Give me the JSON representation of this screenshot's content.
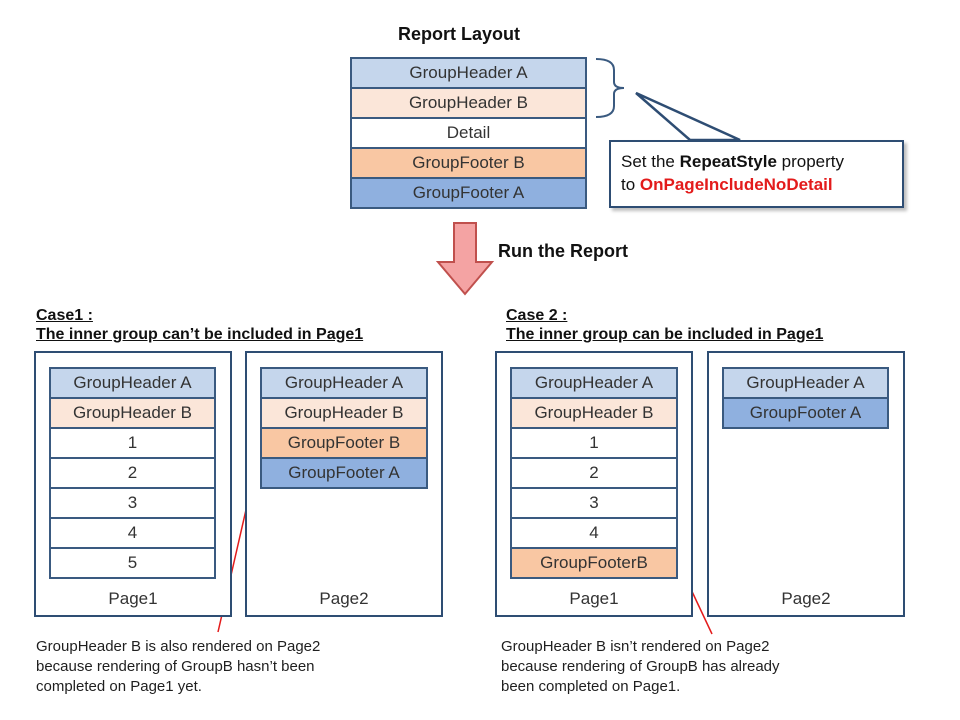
{
  "report_layout": {
    "title": "Report Layout",
    "bands": [
      "GroupHeader A",
      "GroupHeader B",
      "Detail",
      "GroupFooter B",
      "GroupFooter A"
    ]
  },
  "callout": {
    "prefix": "Set the ",
    "property": "RepeatStyle",
    "middle": " property",
    "line2_prefix": "to ",
    "value": "OnPageIncludeNoDetail"
  },
  "run": {
    "label": "Run the Report"
  },
  "case1": {
    "title_line1": "Case1 :",
    "title_line2": "The inner group can’t be included in Page1",
    "page1": {
      "label": "Page1",
      "rows": [
        "GroupHeader A",
        "GroupHeader B",
        "1",
        "2",
        "3",
        "4",
        "5"
      ]
    },
    "page2": {
      "label": "Page2",
      "rows": [
        "GroupHeader A",
        "GroupHeader B",
        "GroupFooter B",
        "GroupFooter A"
      ]
    },
    "note": [
      "GroupHeader B is also rendered on Page2",
      "because rendering of GroupB hasn’t been",
      "completed on Page1 yet."
    ]
  },
  "case2": {
    "title_line1": "Case 2 :",
    "title_line2": "The inner group can be included in Page1",
    "page1": {
      "label": "Page1",
      "rows": [
        "GroupHeader A",
        "GroupHeader B",
        "1",
        "2",
        "3",
        "4",
        "GroupFooterB"
      ]
    },
    "page2": {
      "label": "Page2",
      "rows": [
        "GroupHeader A",
        "GroupFooter A"
      ]
    },
    "note": [
      "GroupHeader B isn’t rendered on Page2",
      "because rendering of GroupB has already",
      "been completed on Page1."
    ]
  },
  "colors": {
    "group_header_a": "#c5d6ec",
    "group_header_b": "#fbe6d9",
    "detail": "#ffffff",
    "group_footer_b": "#f9c7a3",
    "group_footer_a": "#8fb0df",
    "border": "#3a5a80",
    "arrow_fill": "#f4a3a3",
    "annotation_red": "#e31b1b"
  }
}
